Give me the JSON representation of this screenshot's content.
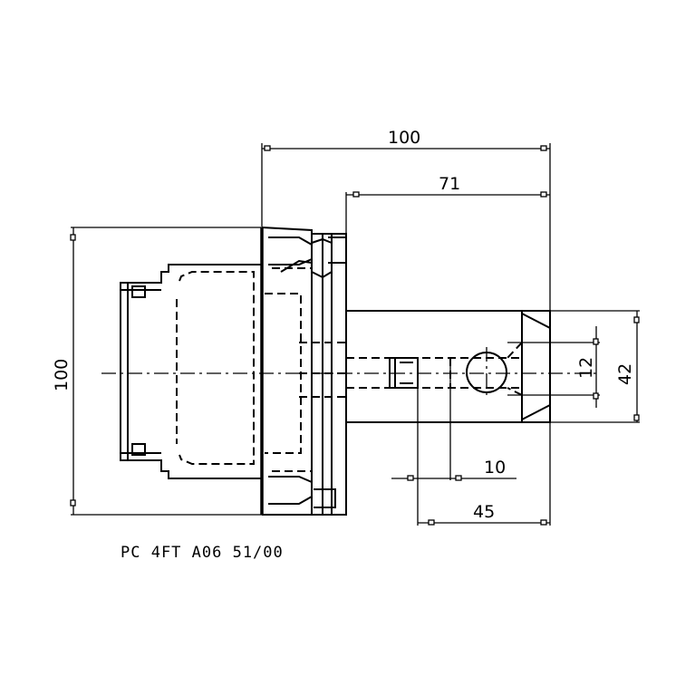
{
  "dimensions": {
    "total_length": "100",
    "gauge_length": "71",
    "flange_diameter": "100",
    "body_diameter": "42",
    "bore_diameter": "12",
    "clamp_screw_offset": "10",
    "clamp_depth": "45"
  },
  "caption": "PC 4FT A06 51/00"
}
